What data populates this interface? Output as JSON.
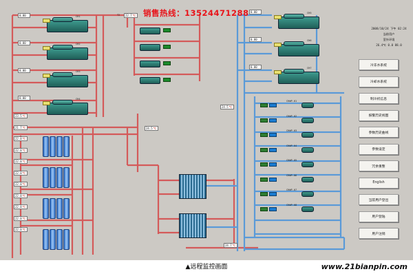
{
  "header": {
    "hotline": "销售热线：13524471288"
  },
  "info_panel": {
    "datetime": "2008/10/24 下午 02:24",
    "user_label": "当前用户",
    "env_label": "室外环境",
    "env_values": "26.4℃ 0.0 88.0"
  },
  "menu": [
    {
      "id": "chilled-water",
      "label": "冷冻水系统"
    },
    {
      "id": "cooling-water",
      "label": "冷却水系统"
    },
    {
      "id": "chiller-info",
      "label": "制冷机信息"
    },
    {
      "id": "alarm-history",
      "label": "报警历史视图"
    },
    {
      "id": "param-history",
      "label": "参数历史曲线"
    },
    {
      "id": "param-set",
      "label": "参数设定"
    },
    {
      "id": "ice-storage",
      "label": "冗余重整"
    },
    {
      "id": "english",
      "label": "English"
    },
    {
      "id": "login-logout",
      "label": "当前用户登出"
    },
    {
      "id": "user-login",
      "label": "用户登陆"
    },
    {
      "id": "user-cancel",
      "label": "用户注销"
    }
  ],
  "chillers_left": [
    {
      "tag": "CH1",
      "value": "0.00"
    },
    {
      "tag": "CH2",
      "value": "0.00"
    },
    {
      "tag": "CH3",
      "value": "0.00"
    },
    {
      "tag": "CH4",
      "value": "0.00"
    }
  ],
  "chillers_right": [
    {
      "tag": "CH5",
      "value": "0.00"
    },
    {
      "tag": "CH6",
      "value": "0.00"
    },
    {
      "tag": "CH7",
      "value": "0.00"
    }
  ],
  "left_labels": [
    "23.5",
    "21.7",
    "22.0",
    "22.0",
    "22.0",
    "22.0",
    "22.0",
    "22.0",
    "22.0",
    "22.0",
    "22.0"
  ],
  "temp_labels": {
    "t_top1": "T2",
    "t_top_val": "22.7",
    "t_mid_val": "24.5",
    "t_right_val": "24.5",
    "t_bottom_val": "24.7"
  },
  "pumps_right": [
    "CHWP-01",
    "CHWP-02",
    "CHWP-03",
    "CHWP-04",
    "CHWP-05",
    "CHWP-06",
    "CHWP-07",
    "CHWP-08"
  ],
  "footer": {
    "caption": "▲远程监控画面",
    "watermark": "www.21bianpin.com"
  },
  "colors": {
    "background": "#ccc9c4",
    "hot_pipe": "#d45a5a",
    "cold_pipe": "#5a9ad8",
    "equipment": "#2a7a70",
    "tower": "#5590d8"
  }
}
